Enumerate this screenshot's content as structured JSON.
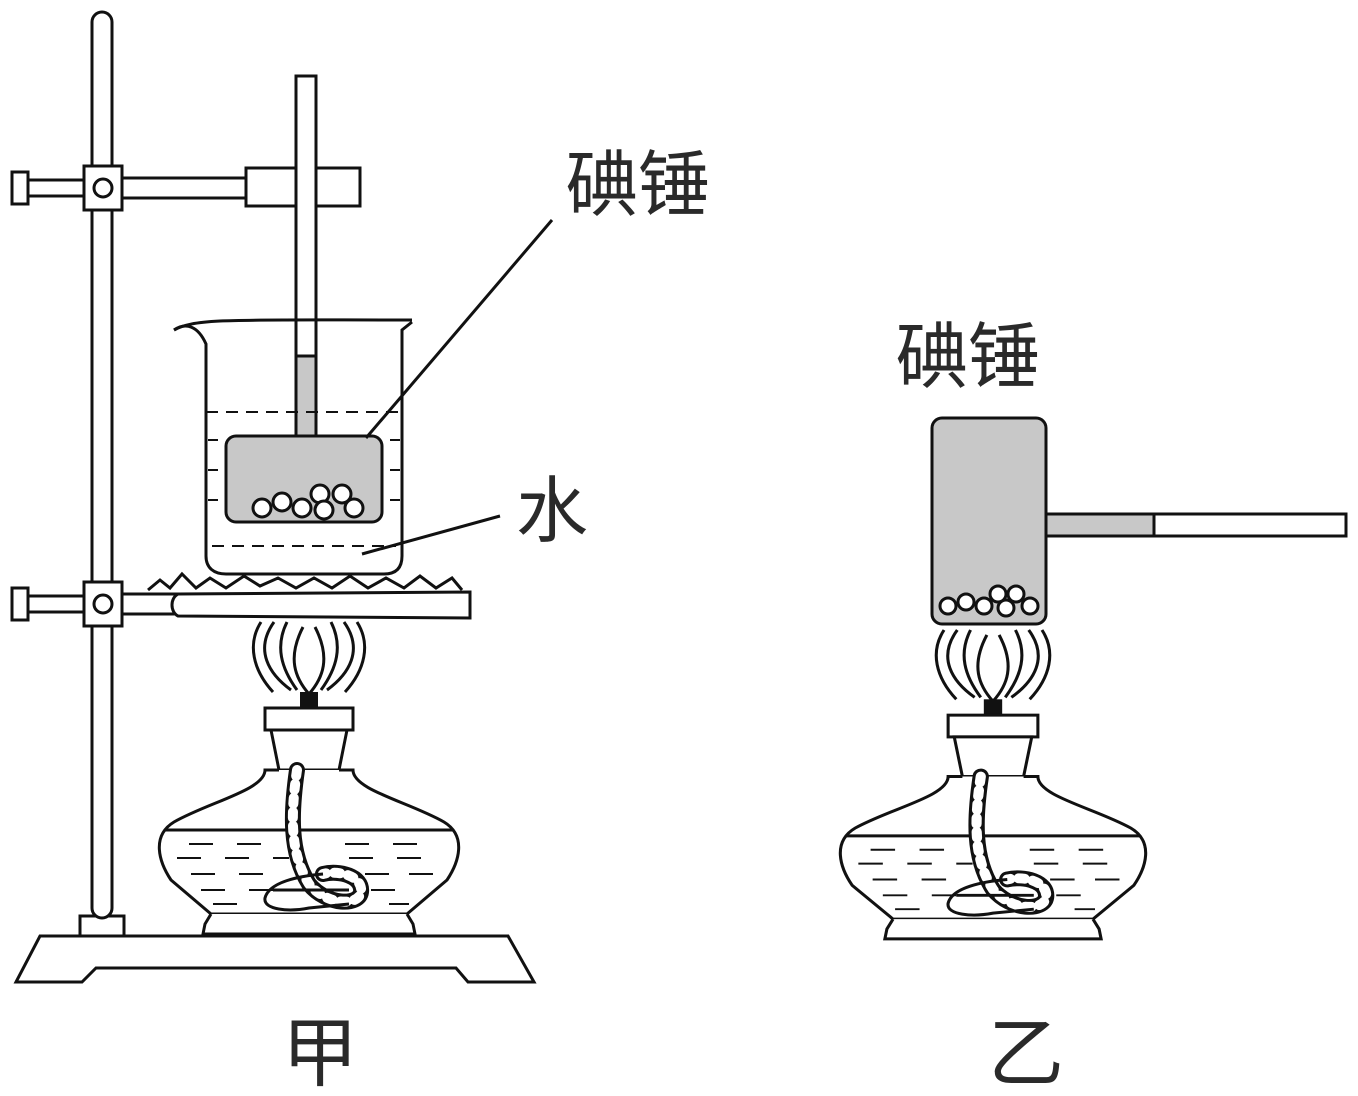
{
  "figure_a": {
    "hammer_label": "碘锤",
    "water_label": "水",
    "caption": "甲"
  },
  "figure_b": {
    "hammer_label": "碘锤",
    "caption": "乙"
  }
}
